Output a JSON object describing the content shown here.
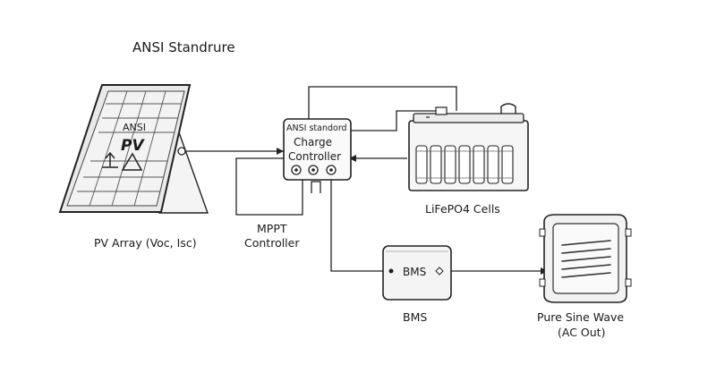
{
  "diagram": {
    "title": "ANSI Standrure",
    "pv_array": {
      "panel_text_top": "ANSI",
      "panel_text_main": "PV",
      "label": "PV Array (Voc, Isc)"
    },
    "charge_controller": {
      "header": "ANSI standord",
      "line1": "Charge",
      "line2": "Controller"
    },
    "mppt": {
      "line1": "MPPT",
      "line2": "Controller"
    },
    "battery": {
      "label": "LiFePO4 Cells"
    },
    "bms": {
      "box_label": "BMS",
      "label": "BMS"
    },
    "inverter": {
      "line1": "Pure Sine Wave",
      "line2": "(AC Out)"
    }
  }
}
